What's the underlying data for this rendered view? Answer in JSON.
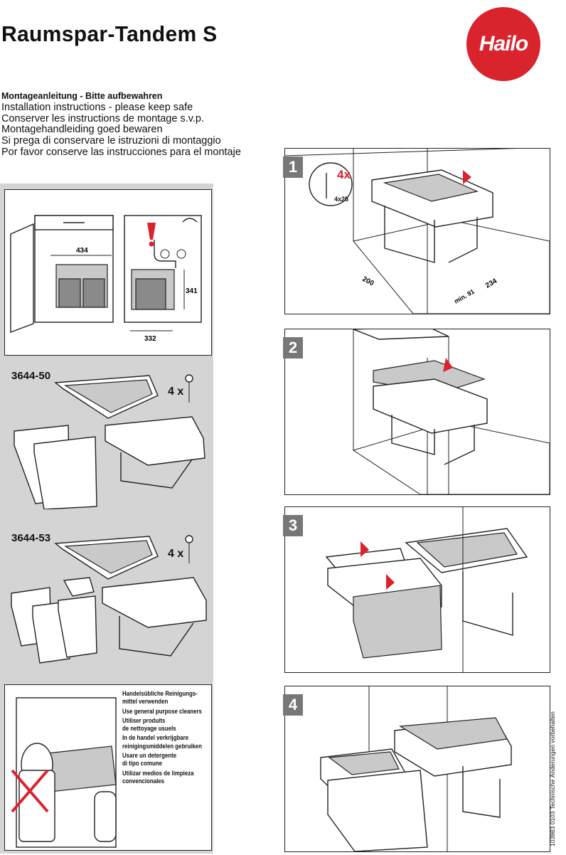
{
  "header": {
    "title": "Raumspar-Tandem S",
    "logo_text": "Hailo",
    "logo_color": "#d9232d"
  },
  "instructions": [
    "Montageanleitung - Bitte aufbewahren",
    "Installation instructions - please keep safe",
    "Conserver les instructions de montage s.v.p.",
    "Montagehandleiding goed bewaren",
    "Si prega di conservare le istruzioni di montaggio",
    "Por favor conserve las instrucciones para el montaje"
  ],
  "dimensions": {
    "width": "434",
    "height": "341",
    "depth": "332"
  },
  "models": [
    {
      "code": "3644-50",
      "screws": "4 x"
    },
    {
      "code": "3644-53",
      "screws": "4 x"
    }
  ],
  "steps": [
    {
      "number": "1",
      "screw_count": "4x",
      "screw_size": "4x25",
      "dims": {
        "a": "200",
        "b": "min. 91",
        "c": "234"
      }
    },
    {
      "number": "2"
    },
    {
      "number": "3"
    },
    {
      "number": "4"
    }
  ],
  "cleaning": [
    "Handelsübliche Reinigungs-",
    "mittel verwenden",
    "Use general purpose cleaners",
    "Utiliser produits",
    "de nettoyage usuels",
    "In de handel verkrijgbare",
    "reinigingsmiddelen gebruiken",
    "Usare un detergente",
    "di tipo comune",
    "Utilizar medios de limpieza",
    "convencionales"
  ],
  "side_code": "103983 0103 Technische Änderungen vorbehalten",
  "colors": {
    "badge": "#777777",
    "panel_gray": "#d4d4d4",
    "warning": "#d9232d"
  }
}
